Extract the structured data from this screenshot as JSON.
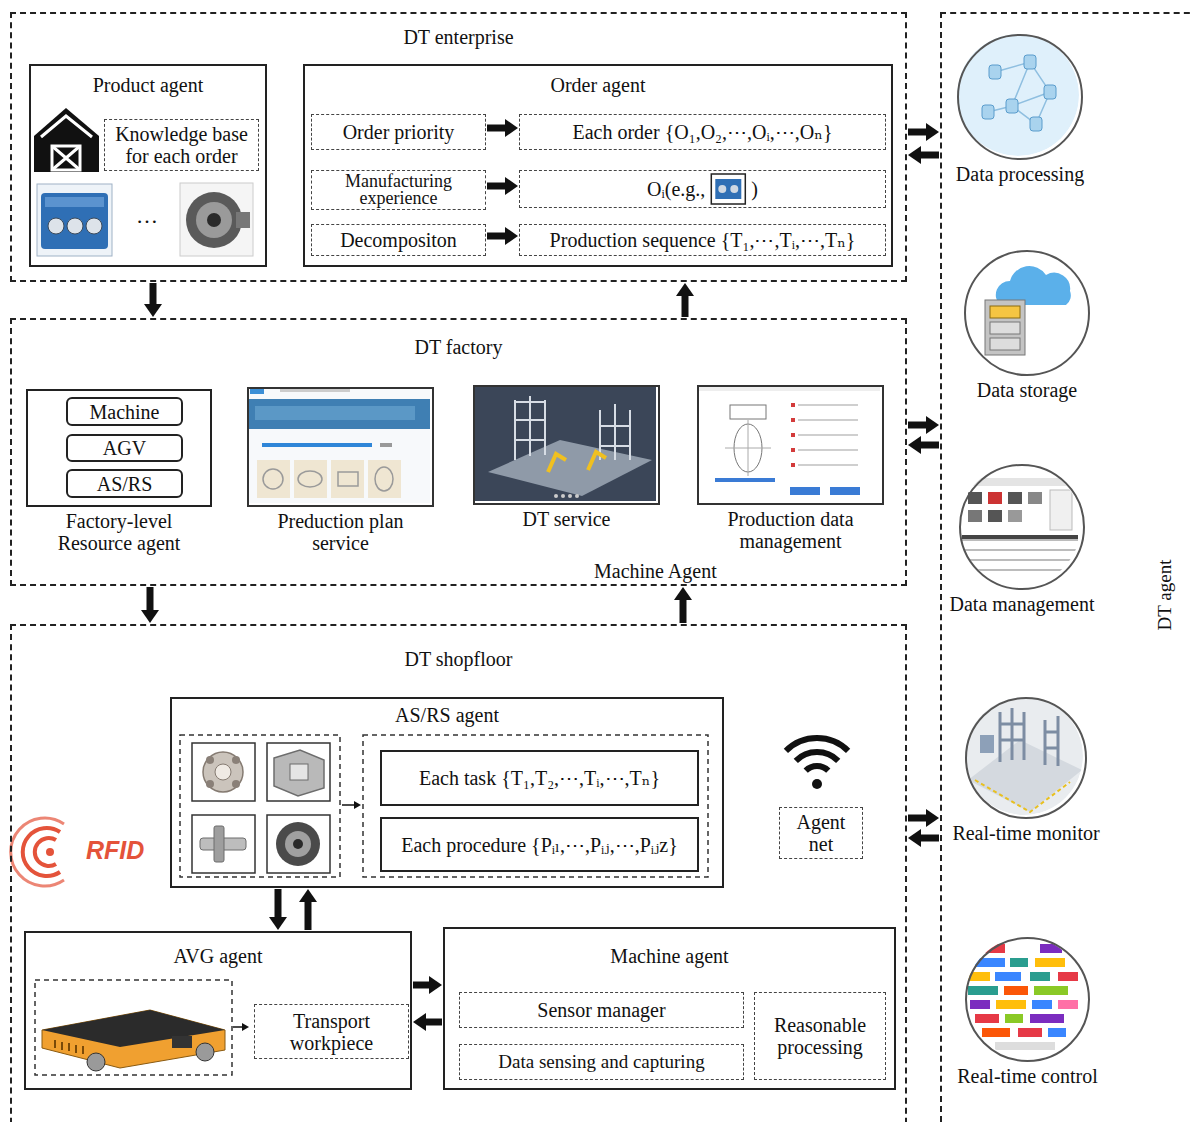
{
  "diagram": {
    "nodes": [
      {
        "text": [
          "DT enterprise"
        ]
      },
      {
        "text": [
          "Product agent"
        ],
        "in": 0
      },
      {
        "text": [
          "Knowledge base for each order"
        ],
        "in": 1
      },
      {
        "text": [
          "Order agent"
        ],
        "in": 0
      },
      {
        "text": [
          "Order priority"
        ],
        "in": 3
      },
      {
        "text": [
          "Each order {O₁,O₂,⋯,Oᵢ,⋯,Oₙ}"
        ],
        "in": 3
      },
      {
        "text": [
          "Manufacturing experience"
        ],
        "in": 3
      },
      {
        "text": [
          "Oᵢ(e.g.,",
          ")"
        ],
        "in": 3
      },
      {
        "text": [
          "Decompositon"
        ],
        "in": 3
      },
      {
        "text": [
          "Production sequence {T₁,⋯,Tᵢ,⋯,Tₙ}"
        ],
        "in": 3
      },
      {
        "text": [
          "DT factory"
        ]
      },
      {
        "text": [
          "Factory-level Resource agent"
        ],
        "in": 10
      },
      {
        "text": [
          "Machine"
        ],
        "in": 11
      },
      {
        "text": [
          "AGV"
        ],
        "in": 11
      },
      {
        "text": [
          "AS/RS"
        ],
        "in": 11
      },
      {
        "text": [
          "Preduction plan service"
        ],
        "in": 10
      },
      {
        "text": [
          "DT service"
        ],
        "in": 10
      },
      {
        "text": [
          "Production data management"
        ],
        "in": 10
      },
      {
        "text": [
          "DT shopfloor"
        ]
      },
      {
        "text": [
          "AS/RS agent"
        ],
        "in": 18
      },
      {
        "text": [
          "Each task {T₁,T₂,⋯,Tᵢ,⋯,Tₙ}"
        ],
        "in": 19
      },
      {
        "text": [
          "Each procedure {Pᵢₗ,⋯,Pᵢⱼ,⋯,Pᵢⱼz}"
        ],
        "in": 19
      },
      {
        "text": [
          "Agent net"
        ],
        "in": 18
      },
      {
        "text": [
          "AVG agent"
        ],
        "in": 18
      },
      {
        "text": [
          "Transport workpiece"
        ],
        "in": 23
      },
      {
        "text": [
          "Machine agent"
        ],
        "in": 18
      },
      {
        "text": [
          "Sensor manager"
        ],
        "in": 25
      },
      {
        "text": [
          "Data sensing and capturing"
        ],
        "in": 25
      },
      {
        "text": [
          "Reasonable processing"
        ],
        "in": 25
      },
      {
        "text": [
          "DT agent"
        ]
      },
      {
        "text": [
          "Data processing"
        ],
        "in": 29
      },
      {
        "text": [
          "Data storage"
        ],
        "in": 29
      },
      {
        "text": [
          "Data management"
        ],
        "in": 29
      },
      {
        "text": [
          "Real-time monitor"
        ],
        "in": 29
      },
      {
        "text": [
          "Real-time control"
        ],
        "in": 29
      }
    ],
    "edges": [
      {
        "from": 4,
        "to": 5,
        "arrow": "to"
      },
      {
        "from": 6,
        "to": 7,
        "arrow": "to"
      },
      {
        "from": 8,
        "to": 9,
        "arrow": "to"
      },
      {
        "from": 0,
        "to": 10,
        "arrow": "to"
      },
      {
        "from": 10,
        "to": 0,
        "arrow": "to"
      },
      {
        "from": 10,
        "to": 18,
        "arrow": "to"
      },
      {
        "from": 18,
        "to": 10,
        "arrow": "to"
      },
      {
        "from": 19,
        "to": 23,
        "arrow": "to"
      },
      {
        "from": 23,
        "to": 19,
        "arrow": "to"
      },
      {
        "from": 23,
        "to": 25,
        "arrow": "to"
      },
      {
        "from": 25,
        "to": 23,
        "arrow": "to"
      },
      {
        "from": 0,
        "to": 29,
        "arrow": "to"
      },
      {
        "from": 29,
        "to": 0,
        "arrow": "to"
      },
      {
        "from": 10,
        "to": 29,
        "arrow": "to"
      },
      {
        "from": 29,
        "to": 10,
        "arrow": "to"
      },
      {
        "from": 18,
        "to": 29,
        "arrow": "to"
      },
      {
        "from": 29,
        "to": 18,
        "arrow": "to"
      }
    ],
    "labels": [
      "…",
      "Machine Agent",
      "RFID"
    ]
  }
}
